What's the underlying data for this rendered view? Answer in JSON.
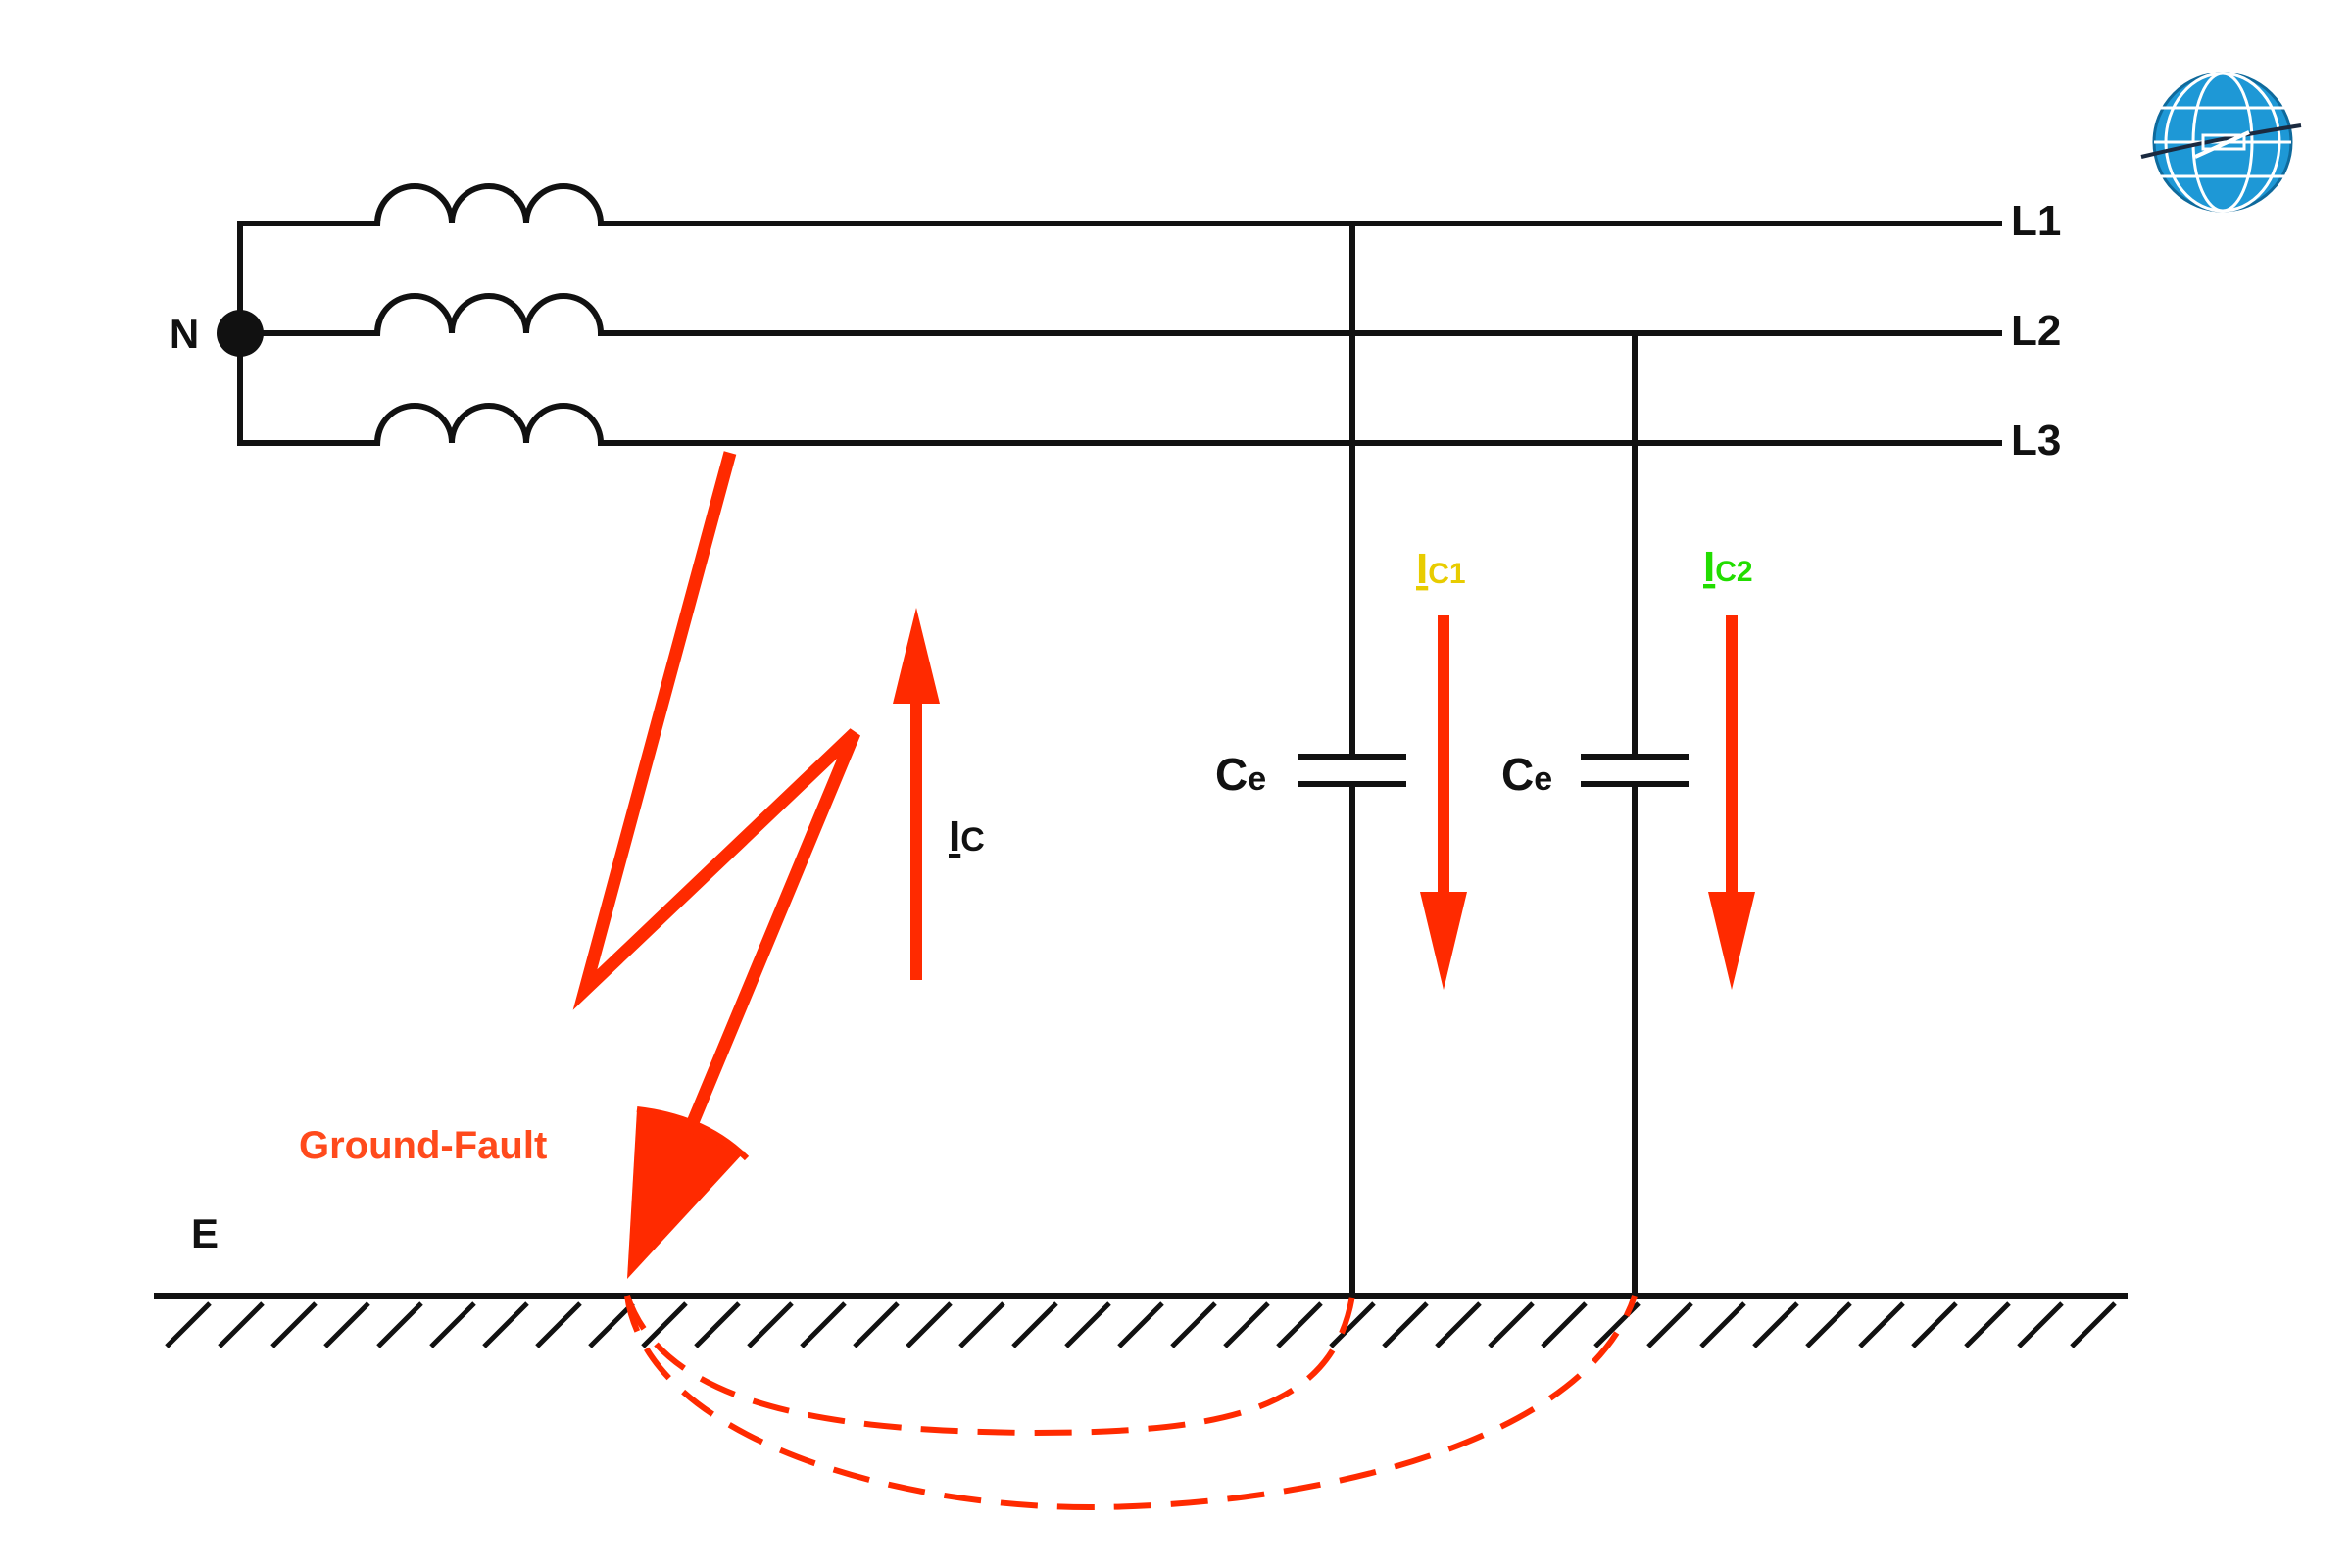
{
  "labels": {
    "neutral": "N",
    "phase_1": "L1",
    "phase_2": "L2",
    "phase_3": "L3",
    "earth": "E",
    "fault": "Ground-Fault",
    "current_total": {
      "main": "I",
      "sub": "C"
    },
    "current_1": {
      "main": "I",
      "sub": "C1"
    },
    "current_2": {
      "main": "I",
      "sub": "C2"
    },
    "capacitor_1": {
      "main": "C",
      "sub": "e"
    },
    "capacitor_2": {
      "main": "C",
      "sub": "e"
    }
  },
  "colors": {
    "wire": "#111111",
    "fault": "#ff2a00",
    "fault_label": "#ff4a1c",
    "current_1": "#e8cc00",
    "current_2": "#22dd00",
    "logo_globe": "#1e98d6"
  },
  "icons": {
    "logo": "globe-logo-icon",
    "neutral_node": "node-dot-icon"
  }
}
